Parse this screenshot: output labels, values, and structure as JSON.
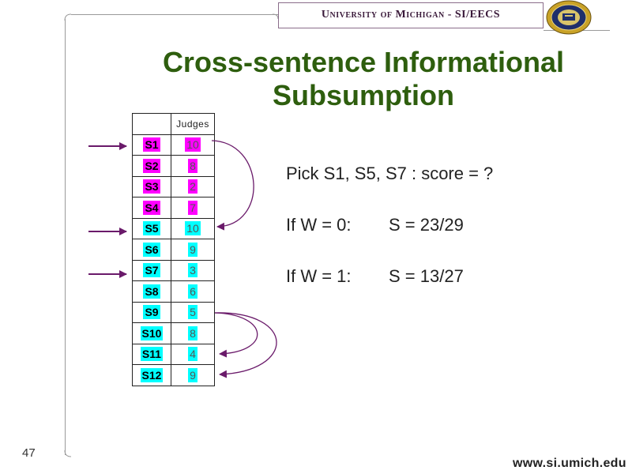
{
  "header": {
    "title": "University of Michigan - SI/EECS"
  },
  "slide": {
    "title_line1": "Cross-sentence Informational",
    "title_line2": "Subsumption",
    "number": "47",
    "footer_url": "www.si.umich.edu"
  },
  "table": {
    "header": "Judges",
    "rows": [
      {
        "label": "S1",
        "value": "10",
        "color": "#ff00ff"
      },
      {
        "label": "S2",
        "value": "8",
        "color": "#ff00ff"
      },
      {
        "label": "S3",
        "value": "2",
        "color": "#ff00ff"
      },
      {
        "label": "S4",
        "value": "7",
        "color": "#ff00ff"
      },
      {
        "label": "S5",
        "value": "10",
        "color": "#00ffff"
      },
      {
        "label": "S6",
        "value": "9",
        "color": "#00ffff"
      },
      {
        "label": "S7",
        "value": "3",
        "color": "#00ffff"
      },
      {
        "label": "S8",
        "value": "6",
        "color": "#00ffff"
      },
      {
        "label": "S9",
        "value": "5",
        "color": "#00ffff"
      },
      {
        "label": "S10",
        "value": "8",
        "color": "#00ffff"
      },
      {
        "label": "S11",
        "value": "4",
        "color": "#00ffff"
      },
      {
        "label": "S12",
        "value": "9",
        "color": "#00ffff"
      }
    ]
  },
  "content": {
    "pick_line": "Pick S1, S5, S7 : score = ?",
    "w0_label": "If W = 0:",
    "w0_value": "S = 23/29",
    "w1_label": "If W = 1:",
    "w1_value": "S = 13/27"
  },
  "colors": {
    "title": "#2e5e0e",
    "arrow": "#6a1a6a",
    "magenta": "#ff00ff",
    "cyan": "#00ffff"
  }
}
